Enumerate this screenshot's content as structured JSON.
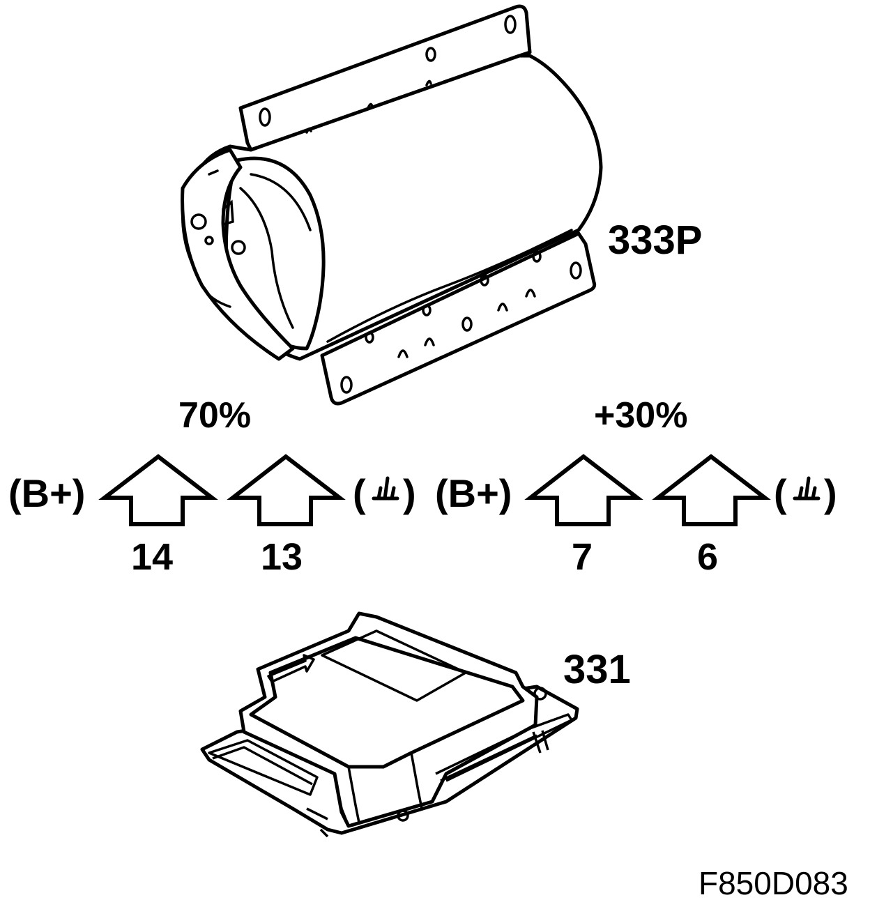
{
  "components": {
    "airbag_label": "333P",
    "control_unit_label": "331"
  },
  "groups": [
    {
      "percent": "70%",
      "supply_label": "(B+)",
      "supply_pin": "14",
      "ground_pin": "13",
      "ground_symbol": "ground-icon"
    },
    {
      "percent": "+30%",
      "supply_label": "(B+)",
      "supply_pin": "7",
      "ground_pin": "6",
      "ground_symbol": "ground-icon"
    }
  ],
  "figure_id": "F850D083",
  "colors": {
    "line": "#000000",
    "background": "#ffffff"
  }
}
